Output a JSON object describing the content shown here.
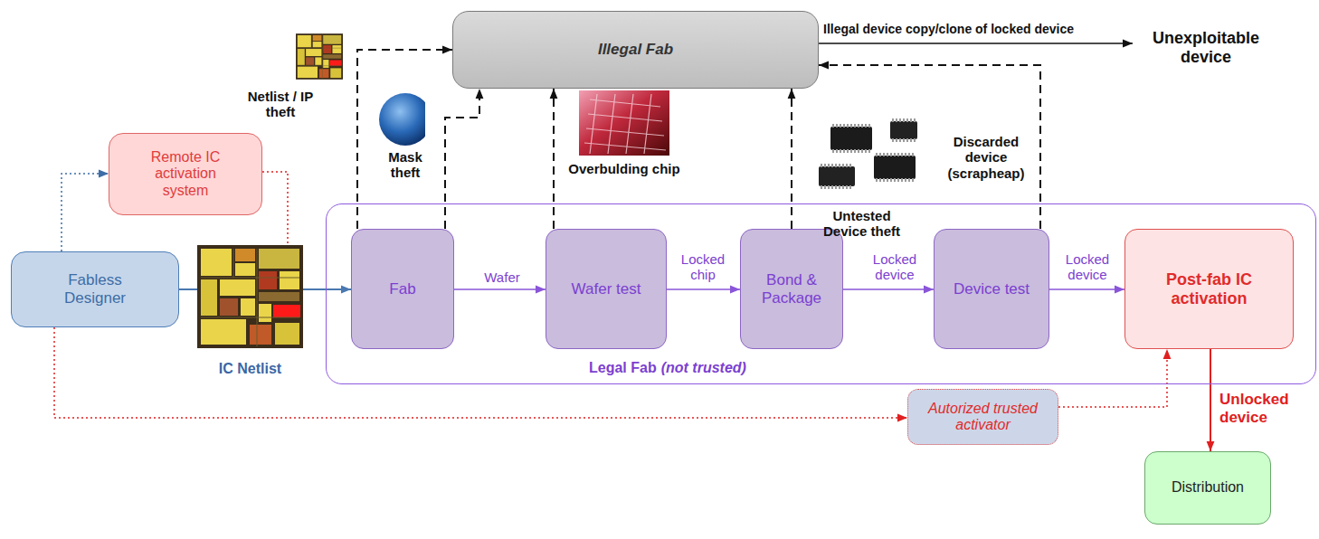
{
  "diagram": {
    "nodes": [
      {
        "text": [
          "Illegal Fab"
        ]
      },
      {
        "text": [
          "Unexploitable device"
        ]
      },
      {
        "text": [
          "Remote IC activation system"
        ]
      },
      {
        "text": [
          "Fabless Designer"
        ]
      },
      {
        "text": [
          "IC Netlist"
        ]
      },
      {
        "text": [
          "Legal Fab",
          "(not trusted)"
        ]
      },
      {
        "text": [
          "Fab"
        ],
        "in": 5
      },
      {
        "text": [
          "Wafer test"
        ],
        "in": 5
      },
      {
        "text": [
          "Bond & Package"
        ],
        "in": 5
      },
      {
        "text": [
          "Device test"
        ],
        "in": 5
      },
      {
        "text": [
          "Post-fab IC activation"
        ],
        "in": 5
      },
      {
        "text": [
          "Autorized trusted activator"
        ]
      },
      {
        "text": [
          "Distribution"
        ]
      }
    ],
    "edges": [
      {
        "from": 6,
        "to": 7,
        "label": "Wafer",
        "arrow": "to"
      },
      {
        "from": 7,
        "to": 8,
        "label": "Locked chip",
        "arrow": "to"
      },
      {
        "from": 8,
        "to": 9,
        "label": "Locked device",
        "arrow": "to"
      },
      {
        "from": 9,
        "to": 10,
        "label": "Locked device",
        "arrow": "to"
      },
      {
        "from": 10,
        "to": 12,
        "label": "Unlocked device",
        "arrow": "to"
      },
      {
        "from": 3,
        "to": 4,
        "arrow": "none"
      },
      {
        "from": 4,
        "to": 6,
        "arrow": "to"
      },
      {
        "from": 3,
        "to": 2,
        "arrow": "to"
      },
      {
        "from": 2,
        "to": 4,
        "arrow": "none"
      },
      {
        "from": 3,
        "to": 11,
        "arrow": "to"
      },
      {
        "from": 11,
        "to": 10,
        "arrow": "to"
      },
      {
        "from": 0,
        "to": 1,
        "label": "Illegal device copy/clone of locked device",
        "arrow": "to"
      },
      {
        "from": 6,
        "to": 0,
        "label": "Netlist / IP theft",
        "arrow": "to"
      },
      {
        "from": 6,
        "to": 0,
        "label": "Mask theft",
        "arrow": "to"
      },
      {
        "from": 7,
        "to": 0,
        "label": "Overbulding chip",
        "arrow": "to"
      },
      {
        "from": 8,
        "to": 0,
        "label": "Untested Device theft",
        "arrow": "to"
      },
      {
        "from": 9,
        "to": 0,
        "label": "Discarded device (scrapheap)",
        "arrow": "to"
      }
    ]
  }
}
